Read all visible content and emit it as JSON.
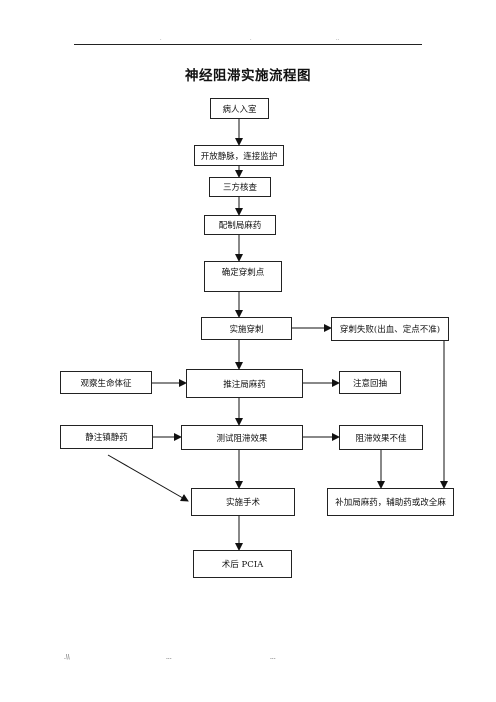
{
  "header": {
    "marks": [
      ".",
      ".",
      ".."
    ]
  },
  "title": "神经阻滞实施流程图",
  "nodes": {
    "patient_enter": "病人入室",
    "open_iv": "开放静脉，连接监护",
    "triple_check": "三方核查",
    "prepare_anesthetic": "配制局麻药",
    "puncture_point": "确定穿刺点",
    "puncture": "实施穿刺",
    "puncture_fail": "穿刺失败(出血、定点不准)",
    "observe_vitals": "观察生命体征",
    "inject": "推注局麻药",
    "aspirate": "注意回抽",
    "sedation": "静注镇静药",
    "test_effect": "测试阻滞效果",
    "poor_effect": "阻滞效果不佳",
    "surgery": "实施手术",
    "supplement": "补加局麻药，辅助药或改全麻",
    "pcia": "术后 PCIA"
  },
  "footer": {
    "marks": [
      ".\\\\",
      "...",
      "..."
    ]
  }
}
